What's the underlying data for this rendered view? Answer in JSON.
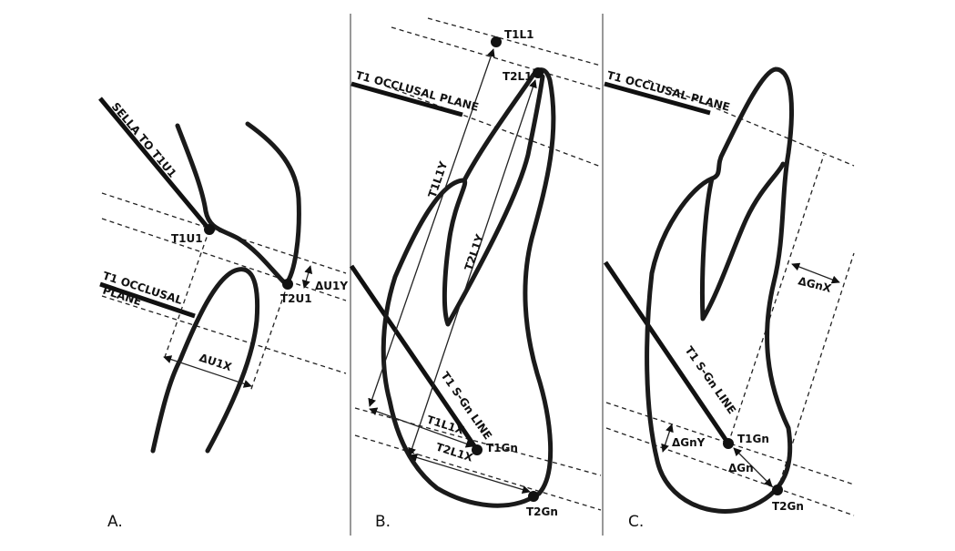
{
  "panels": {
    "a": {
      "letter": "A.",
      "labels": {
        "sella": "SELLA TO  T1U1",
        "t1u1": "T1U1",
        "t2u1": "T2U1",
        "du1y": "ΔU1Y",
        "du1x": "ΔU1X",
        "plane_line1": "T1 OCCLUSAL",
        "plane_line2": "PLANE"
      }
    },
    "b": {
      "letter": "B.",
      "labels": {
        "t1l1": "T1L1",
        "t2l1": "T2L1",
        "plane": "T1 OCCLUSAL PLANE",
        "t1l1y": "T1L1Y",
        "t2l1y": "T2L1Y",
        "sgn": "T1 S-Gn LINE",
        "t1l1x": "T1L1X",
        "t2l1x": "T2L1X",
        "t1gn": "T1Gn",
        "t2gn": "T2Gn"
      }
    },
    "c": {
      "letter": "C.",
      "labels": {
        "plane": "T1 OCCLUSAL PLANE",
        "dgnx": "ΔGnX",
        "sgn": "T1 S-Gn LINE",
        "t1gn": "T1Gn",
        "dgny": "ΔGnY",
        "dgn": "ΔGn",
        "t2gn": "T2Gn"
      }
    }
  }
}
